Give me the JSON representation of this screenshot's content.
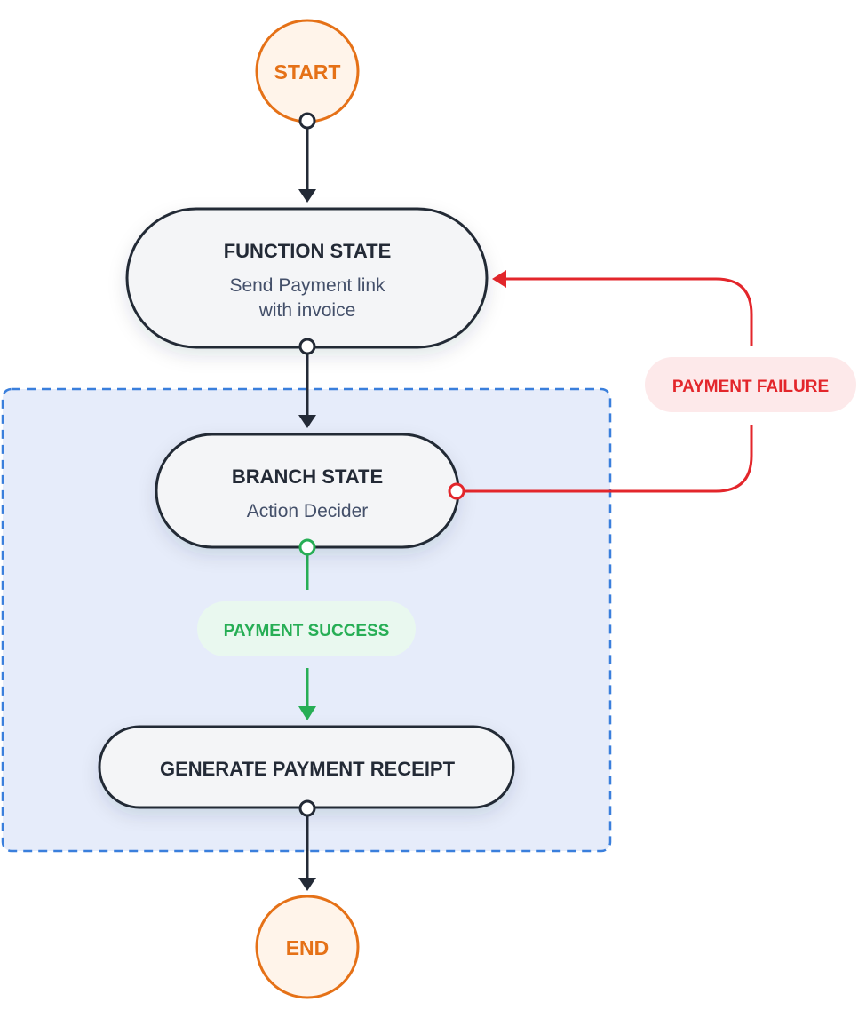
{
  "colors": {
    "accent_orange": "#E57117",
    "node_stroke": "#232a36",
    "node_fill": "#f4f5f7",
    "subtitle_text": "#44506a",
    "group_fill": "#e6ecfa",
    "group_border": "#3a7fdc",
    "failure_red": "#e3262b",
    "failure_pill": "#fde9ea",
    "success_green": "#27ae55",
    "success_pill": "#e9f8ef"
  },
  "nodes": {
    "start": {
      "label": "START"
    },
    "function_state": {
      "title": "FUNCTION STATE",
      "line1": "Send Payment link",
      "line2": "with invoice"
    },
    "branch_state": {
      "title": "BRANCH STATE",
      "line1": "Action Decider"
    },
    "receipt": {
      "title": "GENERATE PAYMENT RECEIPT"
    },
    "end": {
      "label": "END"
    }
  },
  "edges": {
    "failure": {
      "label": "PAYMENT FAILURE"
    },
    "success": {
      "label": "PAYMENT SUCCESS"
    }
  }
}
